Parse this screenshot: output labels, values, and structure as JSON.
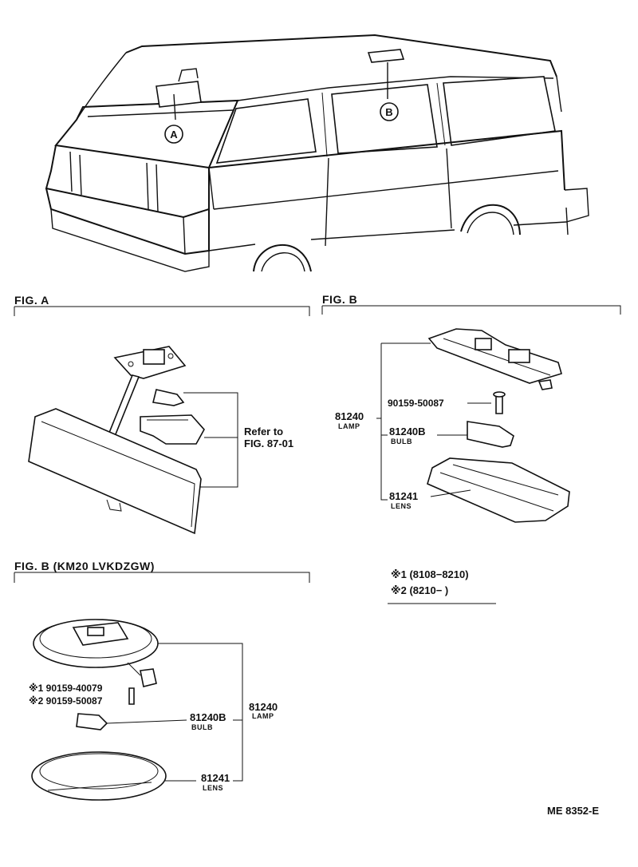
{
  "callouts": {
    "a": "A",
    "b": "B"
  },
  "fig_a": {
    "title": "FIG. A",
    "refer_line1": "Refer to",
    "refer_line2": "FIG. 87-01"
  },
  "fig_b": {
    "title": "FIG. B",
    "lamp_no": "81240",
    "lamp_name": "LAMP",
    "screw": "90159-50087",
    "bulb_no": "81240B",
    "bulb_name": "BULB",
    "lens_no": "81241",
    "lens_name": "LENS"
  },
  "fig_b_km20": {
    "title": "FIG. B (KM20 LVKDZGW)",
    "screw1": "※1 90159-40079",
    "screw2": "※2 90159-50087",
    "bulb_no": "81240B",
    "bulb_name": "BULB",
    "lamp_no": "81240",
    "lamp_name": "LAMP",
    "lens_no": "81241",
    "lens_name": "LENS"
  },
  "legend": {
    "note1": "※1 (8108−8210)",
    "note2": "※2 (8210−          )"
  },
  "page_code": "ME  8352-E"
}
